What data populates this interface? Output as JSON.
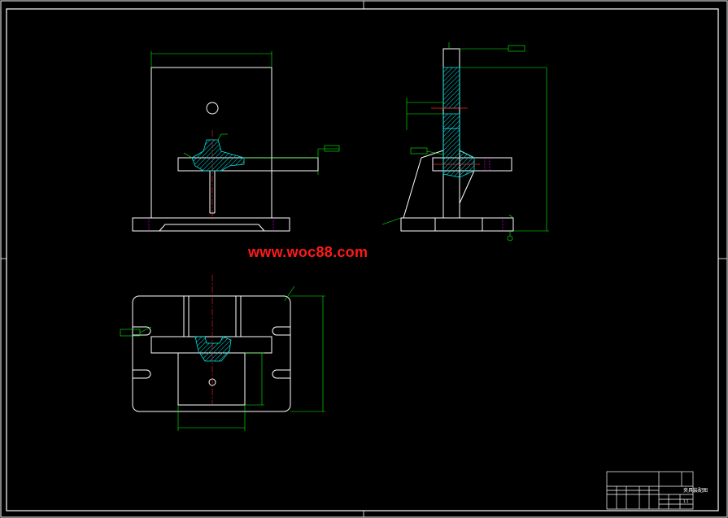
{
  "watermark": "www.woc88.com",
  "title_block": {
    "drawing_name": "夹具装配图",
    "scale": "1:1"
  },
  "colors": {
    "background": "#000000",
    "outline": "#ffffff",
    "dimension": "#00ff00",
    "hatch": "#00ffff",
    "centerline": "#ff0000",
    "hidden": "#ff00ff"
  }
}
